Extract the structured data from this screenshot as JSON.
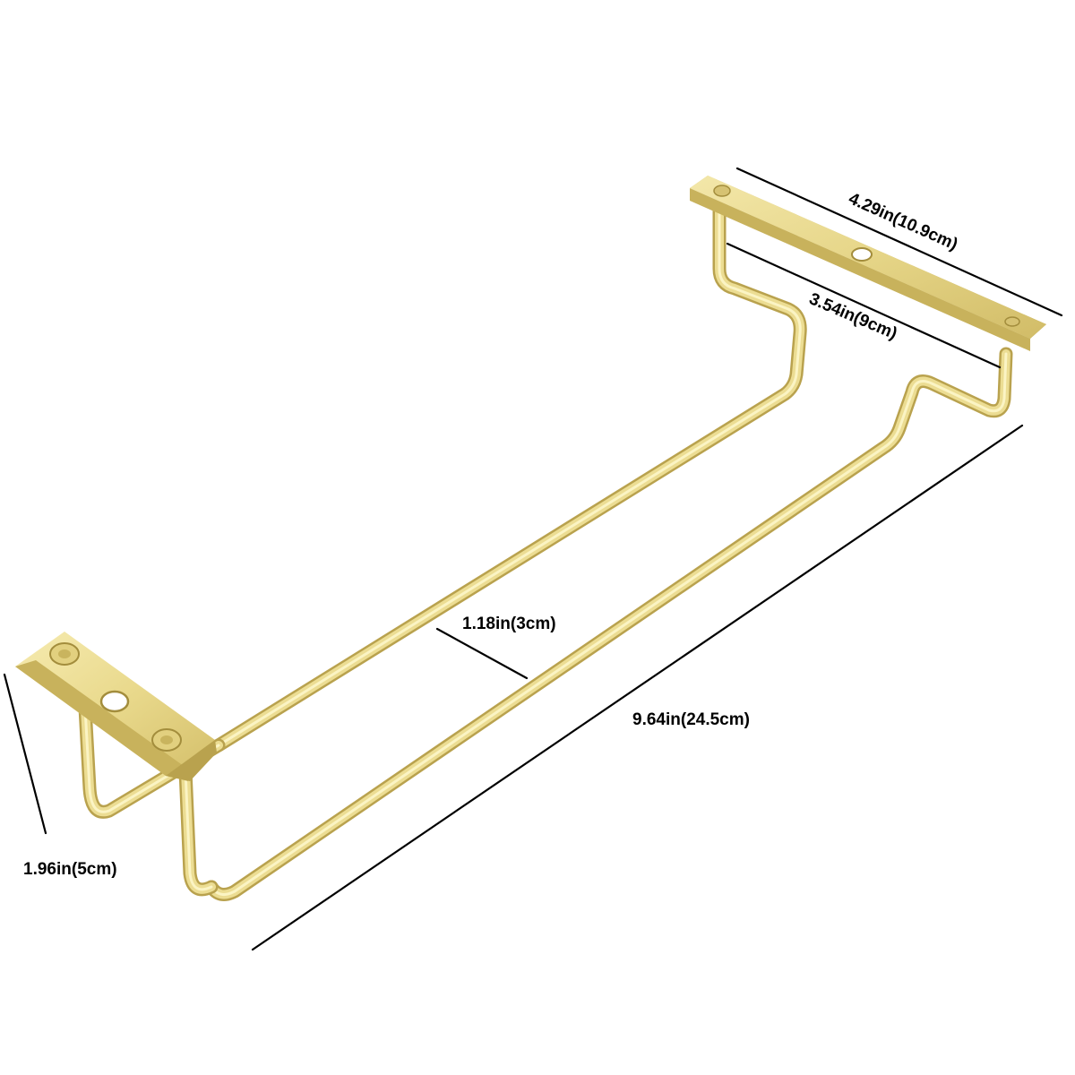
{
  "product": {
    "finish_color": "#e9d98c",
    "finish_highlight": "#fbf4c4",
    "finish_shadow": "#b9a24e",
    "line_color": "#000000"
  },
  "dimensions": {
    "mount_plate_length": "4.29in(10.9cm)",
    "rail_spacing_outer": "3.54in(9cm)",
    "rail_gap": "1.18in(3cm)",
    "overall_length": "9.64in(24.5cm)",
    "height": "1.96in(5cm)"
  }
}
